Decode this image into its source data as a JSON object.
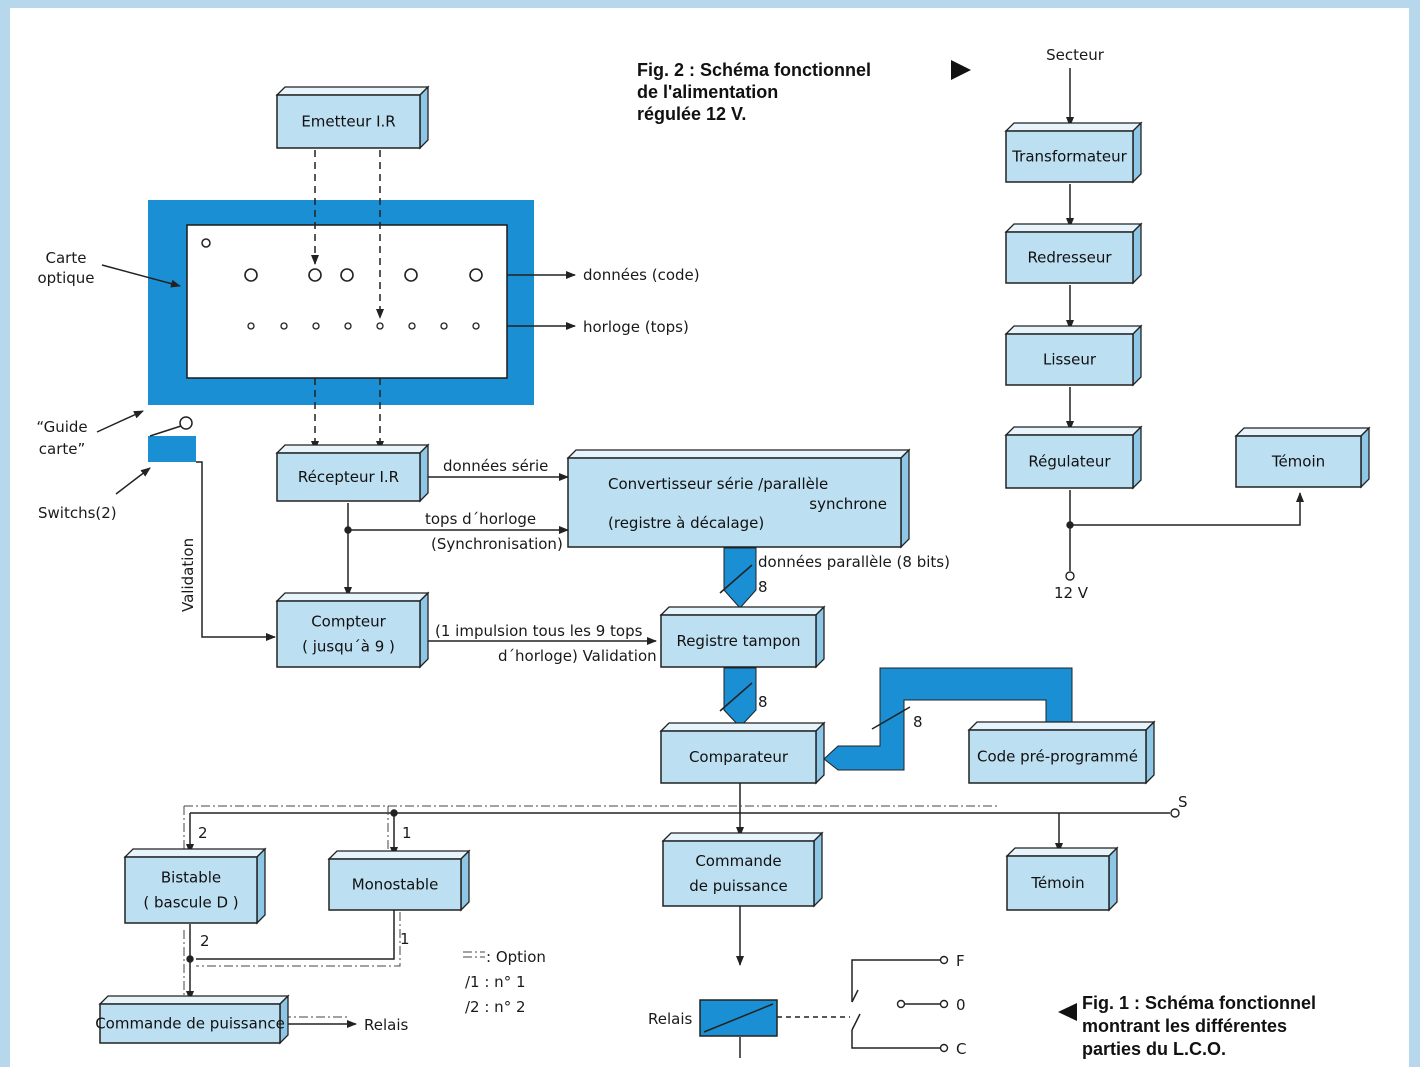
{
  "accent": "#1a8fd4",
  "box_fill": "#bcdff2",
  "captions": {
    "fig2": [
      "Fig. 2 : Schéma fonctionnel",
      "de l'alimentation",
      "régulée 12 V."
    ],
    "fig1": [
      "Fig. 1 : Schéma fonctionnel",
      "montrant les différentes",
      "parties du L.C.O."
    ]
  },
  "blocks": {
    "emetteur": [
      "Emetteur I.R"
    ],
    "recepteur": [
      "Récepteur I.R"
    ],
    "convertisseur": [
      "Convertisseur série /parallèle",
      "synchrone",
      "(registre à décalage)"
    ],
    "compteur": [
      "Compteur",
      "( jusqu´à 9 )"
    ],
    "registre": [
      "Registre tampon"
    ],
    "comparateur": [
      "Comparateur"
    ],
    "code": [
      "Code pré-programmé"
    ],
    "bistable": [
      "Bistable",
      "( bascule D )"
    ],
    "monostable": [
      "Monostable"
    ],
    "commande_centre": [
      "Commande",
      "de  puissance"
    ],
    "temoin_bas": [
      "Témoin"
    ],
    "commande_bas": [
      "Commande de puissance"
    ],
    "transformateur": [
      "Transformateur"
    ],
    "redresseur": [
      "Redresseur"
    ],
    "lisseur": [
      "Lisseur"
    ],
    "regulateur": [
      "Régulateur"
    ],
    "temoin_alim": [
      "Témoin"
    ]
  },
  "labels": {
    "carte": [
      "Carte",
      "optique"
    ],
    "guide": [
      "“Guide",
      "carte”"
    ],
    "switchs": "Switchs(2)",
    "validation_v": "Validation",
    "donnees_code": "données (code)",
    "horloge_tops": "horloge (tops)",
    "donnees_serie": "données série",
    "tops_horloge": "tops d´horloge",
    "synchronisation": "(Synchronisation)",
    "donnees_paralleles": "données parallèle (8 bits)",
    "impulsion": "(1 impulsion tous les 9 tops",
    "horloge_validation": "d´horloge)  Validation",
    "bus8_a": "8",
    "bus8_b": "8",
    "bus8_c": "8",
    "s": "S",
    "n2_top": "2",
    "n1_top": "1",
    "n2_bot": "2",
    "n1_bot": "1",
    "legend_option": ": Option",
    "legend_1": "/1 : n° 1",
    "legend_2": "/2 : n° 2",
    "relais_out": "Relais",
    "relais_left": "Relais",
    "f": "F",
    "o": "0",
    "c": "C",
    "secteur": "Secteur",
    "v12": "12 V"
  }
}
